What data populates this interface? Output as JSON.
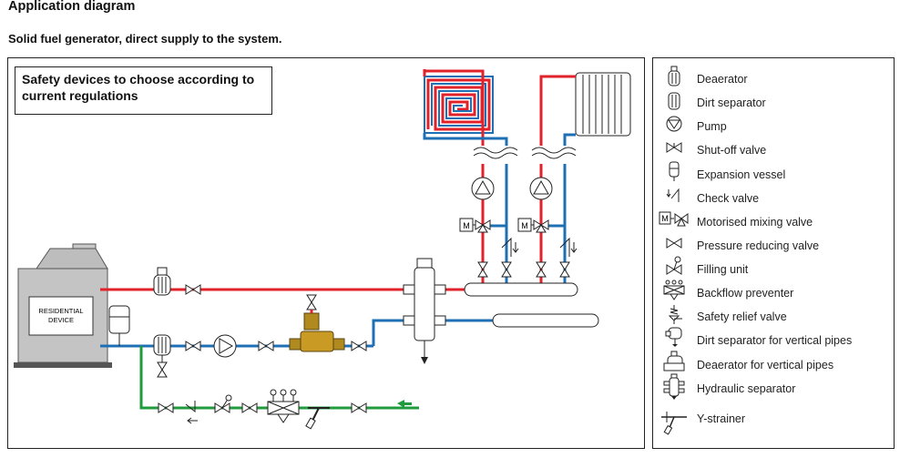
{
  "header": {
    "title": "Application diagram",
    "subtitle": "Solid fuel generator, direct supply to the system."
  },
  "diagram": {
    "note": "Safety devices to choose according to current regulations",
    "generator_label": "RESIDENTIAL DEVICE",
    "motor_label": "M",
    "colors": {
      "supply": "#e1222b",
      "return": "#1f6fb5",
      "fill": "#1f9a3c",
      "line": "#222222"
    }
  },
  "legend": {
    "items": [
      {
        "icon": "deaerator-icon",
        "label": "Deaerator"
      },
      {
        "icon": "dirt-separator-icon",
        "label": "Dirt separator"
      },
      {
        "icon": "pump-icon",
        "label": "Pump"
      },
      {
        "icon": "shut-off-valve-icon",
        "label": "Shut-off valve"
      },
      {
        "icon": "expansion-vessel-icon",
        "label": "Expansion vessel"
      },
      {
        "icon": "check-valve-icon",
        "label": "Check valve"
      },
      {
        "icon": "motorised-mixing-valve-icon",
        "label": "Motorised mixing valve"
      },
      {
        "icon": "pressure-reducing-valve-icon",
        "label": "Pressure reducing valve"
      },
      {
        "icon": "filling-unit-icon",
        "label": "Filling unit"
      },
      {
        "icon": "backflow-preventer-icon",
        "label": "Backflow preventer"
      },
      {
        "icon": "safety-relief-valve-icon",
        "label": "Safety relief valve"
      },
      {
        "icon": "dirt-separator-vertical-icon",
        "label": "Dirt separator for vertical pipes"
      },
      {
        "icon": "deaerator-vertical-icon",
        "label": "Deaerator for vertical pipes"
      },
      {
        "icon": "hydraulic-separator-icon",
        "label": "Hydraulic separator"
      },
      {
        "icon": "y-strainer-icon",
        "label": "Y-strainer"
      }
    ]
  }
}
